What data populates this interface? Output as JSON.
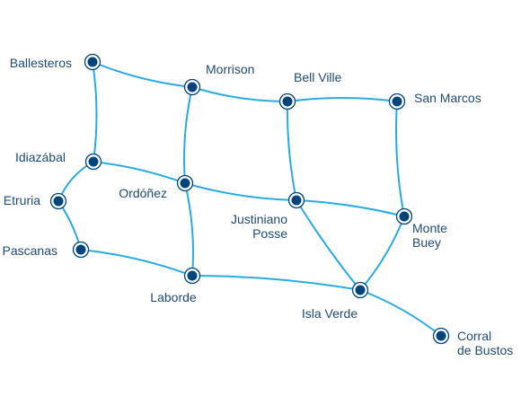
{
  "colors": {
    "route": "#29abe2",
    "node": "#00447c",
    "label": "#1f4a78"
  },
  "nodes": [
    {
      "id": "ballesteros",
      "label": "Ballesteros"
    },
    {
      "id": "morrison",
      "label": "Morrison"
    },
    {
      "id": "bell-ville",
      "label": "Bell Ville"
    },
    {
      "id": "san-marcos",
      "label": "San Marcos"
    },
    {
      "id": "idiazabal",
      "label": "Idiazábal"
    },
    {
      "id": "ordonez",
      "label": "Ordóñez"
    },
    {
      "id": "etruria",
      "label": "Etruria"
    },
    {
      "id": "justiniano-posse",
      "label": "Justiniano\nPosse"
    },
    {
      "id": "monte-buey",
      "label": "Monte\nBuey"
    },
    {
      "id": "pascanas",
      "label": "Pascanas"
    },
    {
      "id": "laborde",
      "label": "Laborde"
    },
    {
      "id": "isla-verde",
      "label": "Isla Verde"
    },
    {
      "id": "corral-de-bustos",
      "label": "Corral\nde Bustos"
    }
  ],
  "edges": [
    [
      "ballesteros",
      "morrison"
    ],
    [
      "morrison",
      "bell-ville"
    ],
    [
      "bell-ville",
      "san-marcos"
    ],
    [
      "ballesteros",
      "idiazabal"
    ],
    [
      "morrison",
      "ordonez"
    ],
    [
      "bell-ville",
      "justiniano-posse"
    ],
    [
      "san-marcos",
      "monte-buey"
    ],
    [
      "idiazabal",
      "ordonez"
    ],
    [
      "idiazabal",
      "etruria"
    ],
    [
      "ordonez",
      "justiniano-posse"
    ],
    [
      "justiniano-posse",
      "monte-buey"
    ],
    [
      "etruria",
      "pascanas"
    ],
    [
      "ordonez",
      "laborde"
    ],
    [
      "pascanas",
      "laborde"
    ],
    [
      "justiniano-posse",
      "isla-verde"
    ],
    [
      "monte-buey",
      "isla-verde"
    ],
    [
      "laborde",
      "isla-verde"
    ],
    [
      "isla-verde",
      "corral-de-bustos"
    ]
  ]
}
